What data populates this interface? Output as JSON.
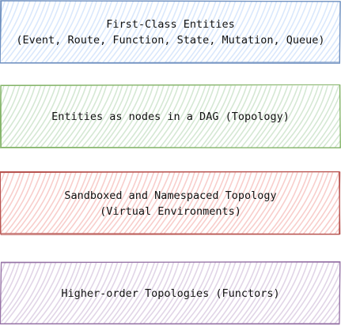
{
  "boxes": [
    {
      "lines": [
        "First-Class Entities",
        "(Event, Route, Function, State, Mutation, Queue)"
      ],
      "fill": "#dae8fc",
      "stroke": "#6c8ebf"
    },
    {
      "lines": [
        "Entities as nodes in a DAG (Topology)"
      ],
      "fill": "#d5e8d4",
      "stroke": "#82b366"
    },
    {
      "lines": [
        "Sandboxed and Namespaced Topology",
        "(Virtual Environments)"
      ],
      "fill": "#f8cecc",
      "stroke": "#b85450"
    },
    {
      "lines": [
        "Higher-order Topologies (Functors)"
      ],
      "fill": "#e1d5e7",
      "stroke": "#9673a6"
    }
  ]
}
